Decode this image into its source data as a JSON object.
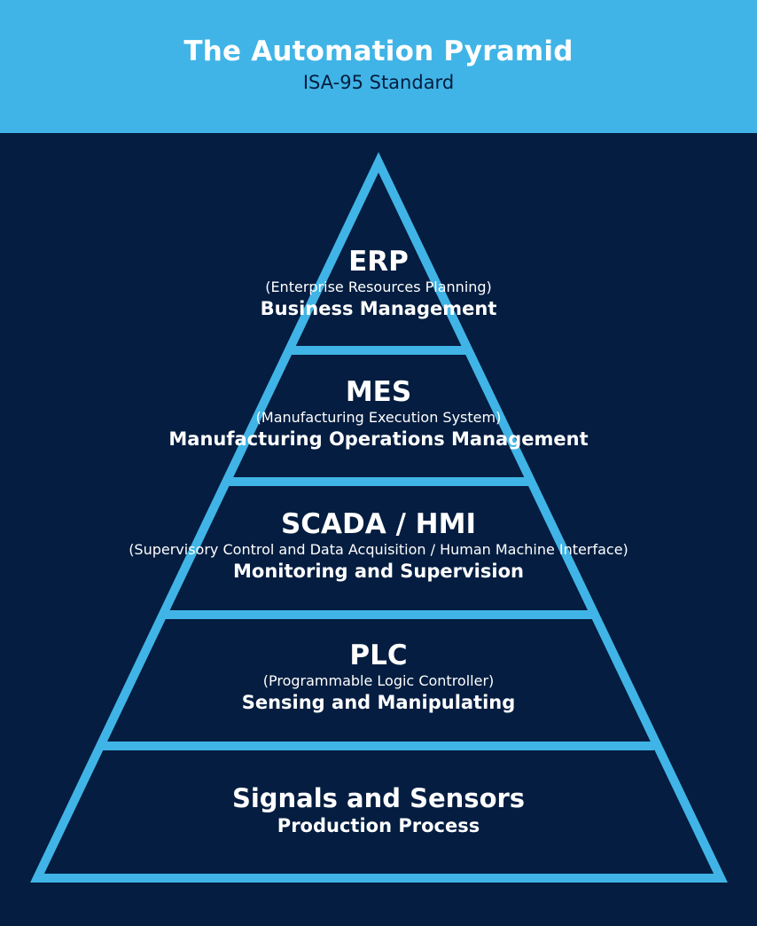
{
  "header": {
    "title": "The Automation Pyramid",
    "subtitle": "ISA-95 Standard"
  },
  "colors": {
    "header_bg": "#40b4e6",
    "page_bg": "#041d40",
    "pyramid_stroke": "#40b4e6",
    "text": "#ffffff",
    "subtitle_text": "#041d40"
  },
  "tiers": [
    {
      "acronym": "ERP",
      "full_name": "(Enterprise Resources Planning)",
      "function": "Business Management"
    },
    {
      "acronym": "MES",
      "full_name": "(Manufacturing Execution System)",
      "function": "Manufacturing Operations Management"
    },
    {
      "acronym": "SCADA / HMI",
      "full_name": "(Supervisory Control and Data Acquisition / Human Machine Interface)",
      "function": "Monitoring and Supervision"
    },
    {
      "acronym": "PLC",
      "full_name": "(Programmable Logic Controller)",
      "function": "Sensing and Manipulating"
    },
    {
      "title": "Signals and Sensors",
      "function": "Production Process"
    }
  ]
}
